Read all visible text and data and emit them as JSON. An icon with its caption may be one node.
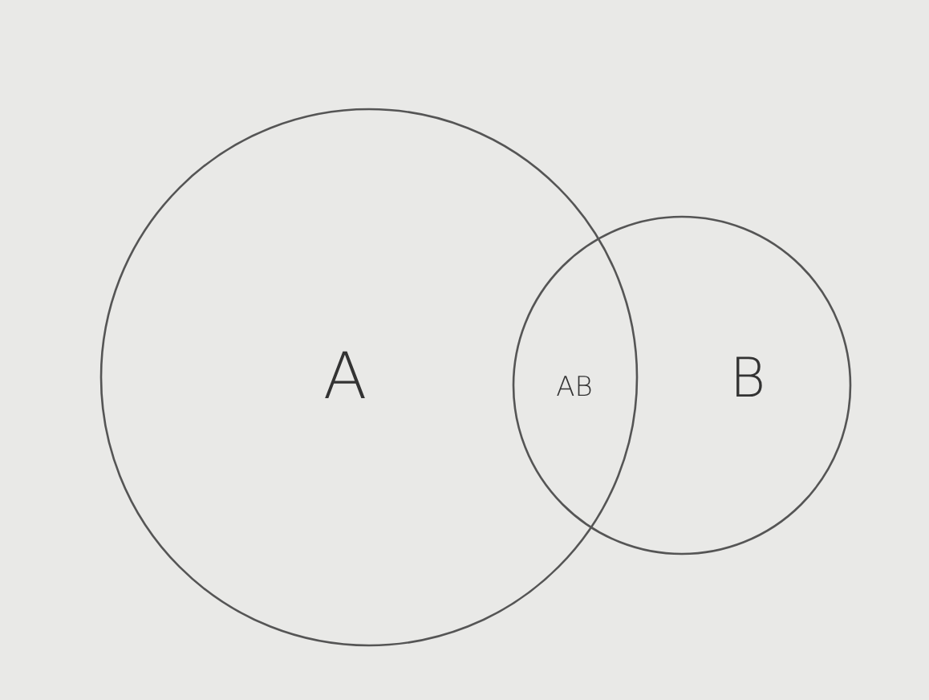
{
  "diagram": {
    "nodes": [
      {
        "text": [
          "A"
        ]
      },
      {
        "text": [
          "B"
        ]
      }
    ],
    "labels": [
      "AB"
    ]
  }
}
